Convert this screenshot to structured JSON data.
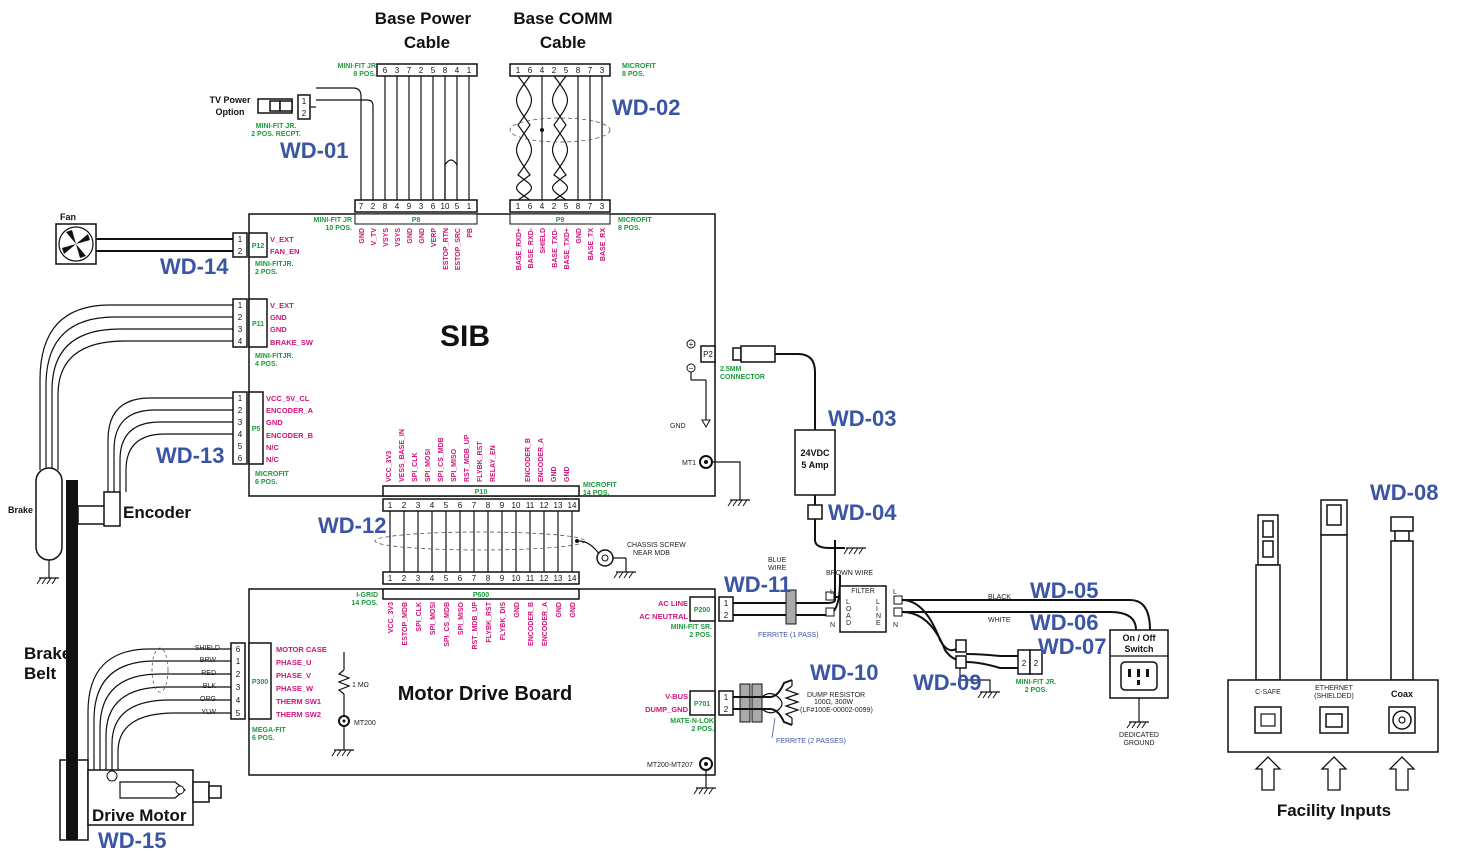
{
  "titles": {
    "base_power": [
      "Base Power",
      "Cable"
    ],
    "base_comm": [
      "Base COMM",
      "Cable"
    ],
    "sib": "SIB",
    "motor_drive_board": "Motor Drive Board",
    "facility_inputs": "Facility Inputs"
  },
  "wd_labels": {
    "wd01": "WD-01",
    "wd02": "WD-02",
    "wd03": "WD-03",
    "wd04": "WD-04",
    "wd05": "WD-05",
    "wd06": "WD-06",
    "wd07": "WD-07",
    "wd08": "WD-08",
    "wd09": "WD-09",
    "wd10": "WD-10",
    "wd11": "WD-11",
    "wd12": "WD-12",
    "wd13": "WD-13",
    "wd14": "WD-14",
    "wd15": "WD-15"
  },
  "components": {
    "tv_power": [
      "TV Power",
      "Option"
    ],
    "fan": "Fan",
    "brake": "Brake",
    "encoder": "Encoder",
    "brake_belt": [
      "Brake",
      "Belt"
    ],
    "drive_motor": "Drive Motor",
    "on_off_switch": [
      "On / Off",
      "Switch"
    ],
    "supply_24v": [
      "24VDC",
      "5 Amp"
    ],
    "filter": "FILTER",
    "c_safe": "C-SAFE",
    "ethernet": [
      "ETHERNET",
      "(SHIELDED)"
    ],
    "coax": "Coax"
  },
  "connectors": {
    "p8_top_type": [
      "MINI-FIT JR",
      "8 POS."
    ],
    "p8_top_pins": [
      "6",
      "3",
      "7",
      "2",
      "5",
      "8",
      "4",
      "1"
    ],
    "p9_top_type": [
      "MICROFIT",
      "8 POS."
    ],
    "p9_top_pins": [
      "1",
      "6",
      "4",
      "2",
      "5",
      "8",
      "7",
      "3"
    ],
    "p8_bottom_pins": [
      "7",
      "2",
      "8",
      "4",
      "9",
      "3",
      "6",
      "10",
      "5",
      "1"
    ],
    "p9_bottom_pins": [
      "1",
      "6",
      "4",
      "2",
      "5",
      "8",
      "7",
      "3"
    ],
    "p8_type": [
      "MINI-FIT JR",
      "10 POS."
    ],
    "p8_name": "P8",
    "p9_type": [
      "MICROFIT",
      "8 POS."
    ],
    "p9_name": "P9",
    "tv_conn_type": [
      "MINI-FIT JR.",
      "2 POS. RECPT."
    ],
    "p8_signals": [
      "GND",
      "V_TV",
      "VSYS",
      "VSYS",
      "GND",
      "GND",
      "VERP",
      "ESTOP_RTN",
      "ESTOP_SRC",
      "PB"
    ],
    "p9_signals": [
      "BASE_RXD+",
      "BASE_RXD-",
      "SHIELD",
      "BASE_TXD-",
      "BASE_TXD+",
      "GND",
      "BASE_TX",
      "BASE_RX"
    ],
    "p12_name": "P12",
    "p12_signals": [
      "V_EXT",
      "FAN_EN"
    ],
    "p12_type": [
      "MINI-FITJR.",
      "2 POS."
    ],
    "p11_name": "P11",
    "p11_signals": [
      "V_EXT",
      "GND",
      "GND",
      "BRAKE_SW"
    ],
    "p11_type": [
      "MINI-FITJR.",
      "4 POS."
    ],
    "p5_name": "P5",
    "p5_signals": [
      "VCC_5V_CL",
      "ENCODER_A",
      "GND",
      "ENCODER_B",
      "N/C",
      "N/C"
    ],
    "p5_type": [
      "MICROFIT",
      "6 POS."
    ],
    "p2_name": "P2",
    "p2_type": [
      "2.5MM",
      "CONNECTOR"
    ],
    "gnd": "GND",
    "mt1": "MT1",
    "p10_name": "P10",
    "p10_type": [
      "MICROFIT",
      "14 POS."
    ],
    "p10_signals": [
      "VCC_3V3",
      "VESS_BASE_IN",
      "SPI_CLK",
      "SPI_MOSI",
      "SPI_CS_MDB",
      "SPI_MISO",
      "RST_MDB_UP",
      "FLYBK_RST",
      "RELAY_EN",
      "ENCODER_B",
      "ENCODER_A",
      "GND",
      "GND"
    ],
    "pins_14": [
      "1",
      "2",
      "3",
      "4",
      "5",
      "6",
      "7",
      "8",
      "9",
      "10",
      "11",
      "12",
      "13",
      "14"
    ],
    "chassis_screw": [
      "CHASSIS SCREW",
      "NEAR MDB"
    ],
    "p600_name": "P600",
    "p600_type": [
      "I-GRID",
      "14 POS."
    ],
    "p600_signals": [
      "VCC_3V3",
      "ESTOP_MDB",
      "SPI_CLK",
      "SPI_MOSI",
      "SPI_CS_MDB",
      "SPI_MISO",
      "RST_MDB_UP",
      "FLYBK_RST",
      "FLYBK_DIS",
      "GND",
      "ENCODER_B",
      "ENCODER_A",
      "GND",
      "GND"
    ],
    "p200_name": "P200",
    "p200_signals": [
      "AC LINE",
      "AC NEUTRAL"
    ],
    "p200_type": [
      "MINI-FIT SR.",
      "2 POS."
    ],
    "ferrite_1": "FERRITE (1 PASS)",
    "p701_name": "P701",
    "p701_signals": [
      "V-BUS",
      "DUMP_GND"
    ],
    "p701_type": [
      "MATE-N-LOK",
      "2 POS."
    ],
    "ferrite_2": "FERRITE (2 PASSES)",
    "dump_resistor": [
      "DUMP RESISTOR",
      "100Ω, 300W",
      "(LF#100E-00002-0099)"
    ],
    "mt200_range": "MT200-MT207",
    "p300_name": "P300",
    "p300_wires": [
      "SHIELD",
      "BRW",
      "RED",
      "BLK",
      "ORG",
      "YLW"
    ],
    "p300_pins": [
      "6",
      "1",
      "2",
      "3",
      "4",
      "5"
    ],
    "p300_signals": [
      "MOTOR CASE",
      "PHASE_U",
      "PHASE_V",
      "PHASE_W",
      "THERM SW1",
      "THERM SW2"
    ],
    "p300_type": [
      "MEGA-FIT",
      "6 POS."
    ],
    "resistor_1m": "1 MΩ",
    "mt200": "MT200",
    "blue_wire": [
      "BLUE",
      "WIRE"
    ],
    "brown_wire": "BROWN WIRE",
    "filter_load": [
      "L",
      "O",
      "A",
      "D"
    ],
    "filter_line": [
      "L",
      "I",
      "N",
      "E"
    ],
    "filter_l": "L",
    "filter_n": "N",
    "black": "BLACK",
    "white": "WHITE",
    "wd07_type": [
      "MINI-FIT JR.",
      "2 POS."
    ],
    "dedicated_ground": [
      "DEDICATED",
      "GROUND"
    ]
  },
  "colors": {
    "wd_blue": "#3a55a4",
    "signal_pink": "#d0147a",
    "conn_green": "#1c9a3c",
    "line": "#111111"
  }
}
